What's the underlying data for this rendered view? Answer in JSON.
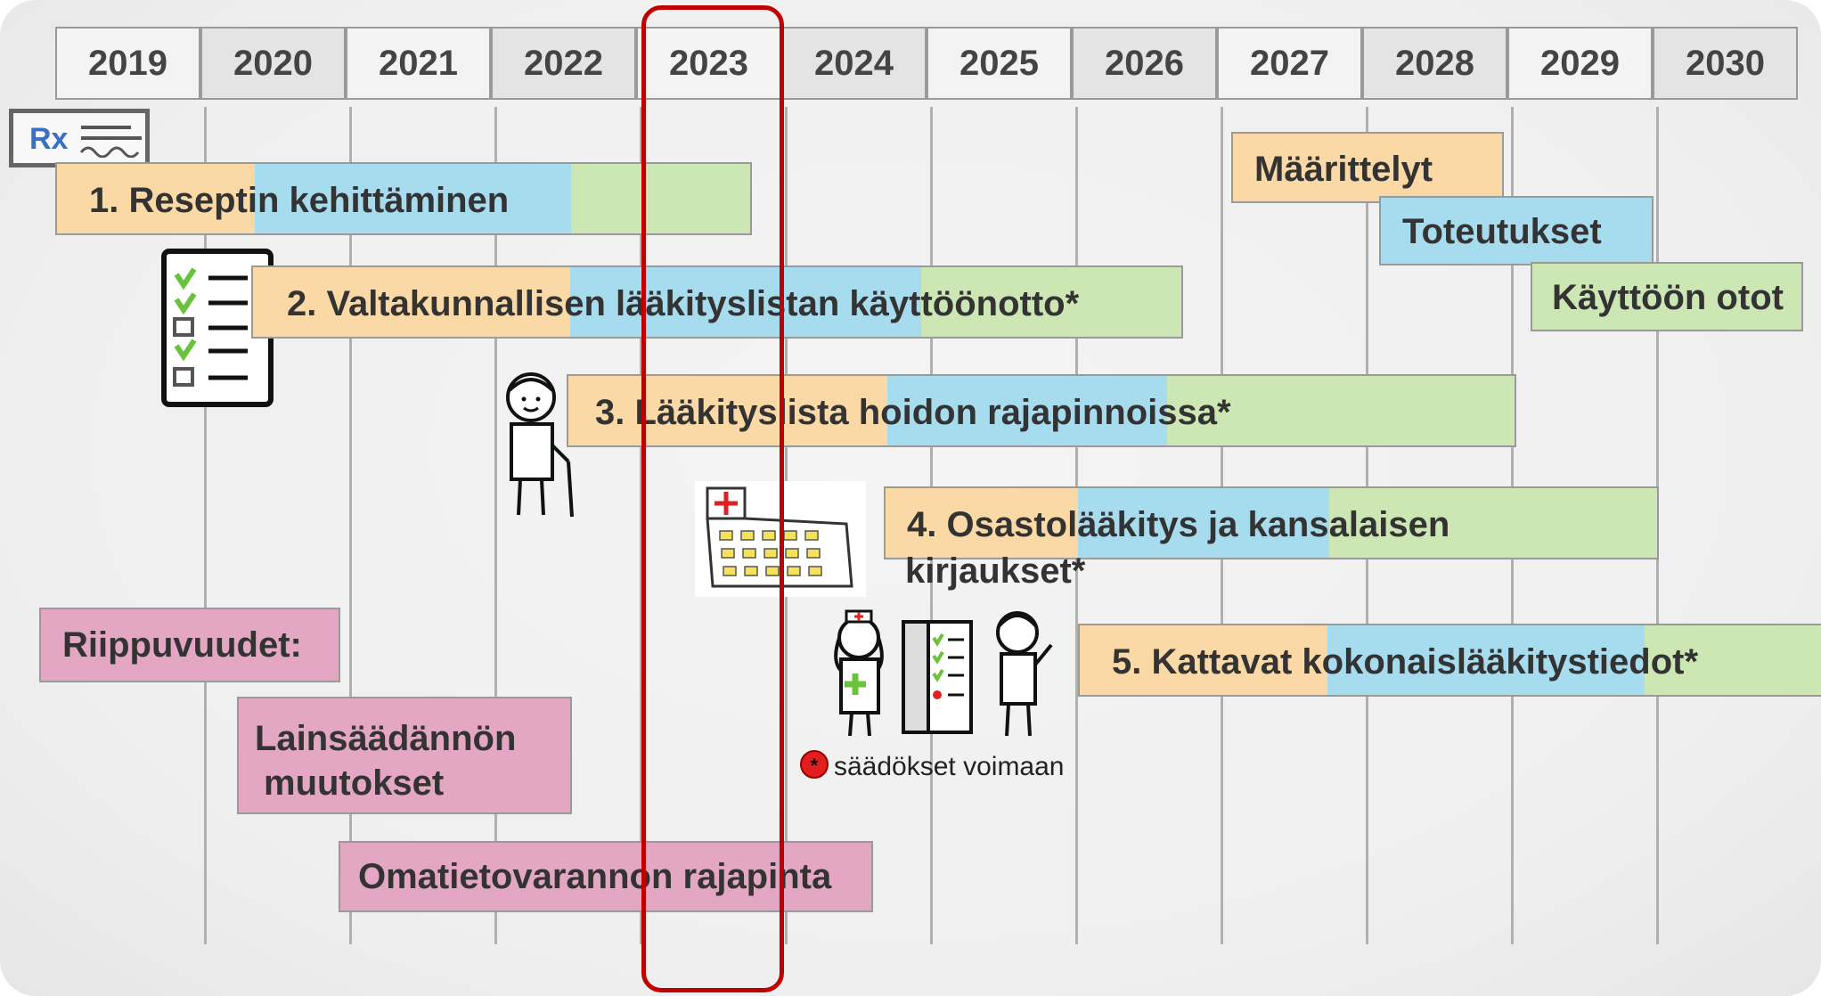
{
  "years": [
    "2019",
    "2020",
    "2021",
    "2022",
    "2023",
    "2024",
    "2025",
    "2026",
    "2027",
    "2028",
    "2029",
    "2030"
  ],
  "highlight_year": "2023",
  "rx_label": "Rx",
  "tracks": {
    "t1": "1. Reseptin kehittäminen",
    "t2": "2. Valtakunnallisen  lääkityslistan  käyttöönotto*",
    "t3": "3. Lääkityslista  hoidon rajapinnoissa*",
    "t4_line1": "4. Osastolääkitys  ja kansalaisen",
    "t4_line2": "kirjaukset*",
    "t5": "5. Kattavat kokonaislääkitystiedot*"
  },
  "legend": {
    "definitions": "Määrittelyt",
    "implementations": "Toteutukset",
    "deployments": "Käyttöön otot"
  },
  "dependencies": {
    "title": "Riippuvuudet:",
    "legislation_line1": "Lainsäädännön",
    "legislation_line2": "muutokset",
    "omatieto": "Omatietovarannon  rajapinta"
  },
  "footnote": "säädökset voimaan",
  "colors": {
    "definition": "#fbd9a6",
    "implementation": "#a7dbee",
    "deployment": "#cde7b4",
    "dependency": "#e3a7c3",
    "highlight": "#c00000"
  }
}
